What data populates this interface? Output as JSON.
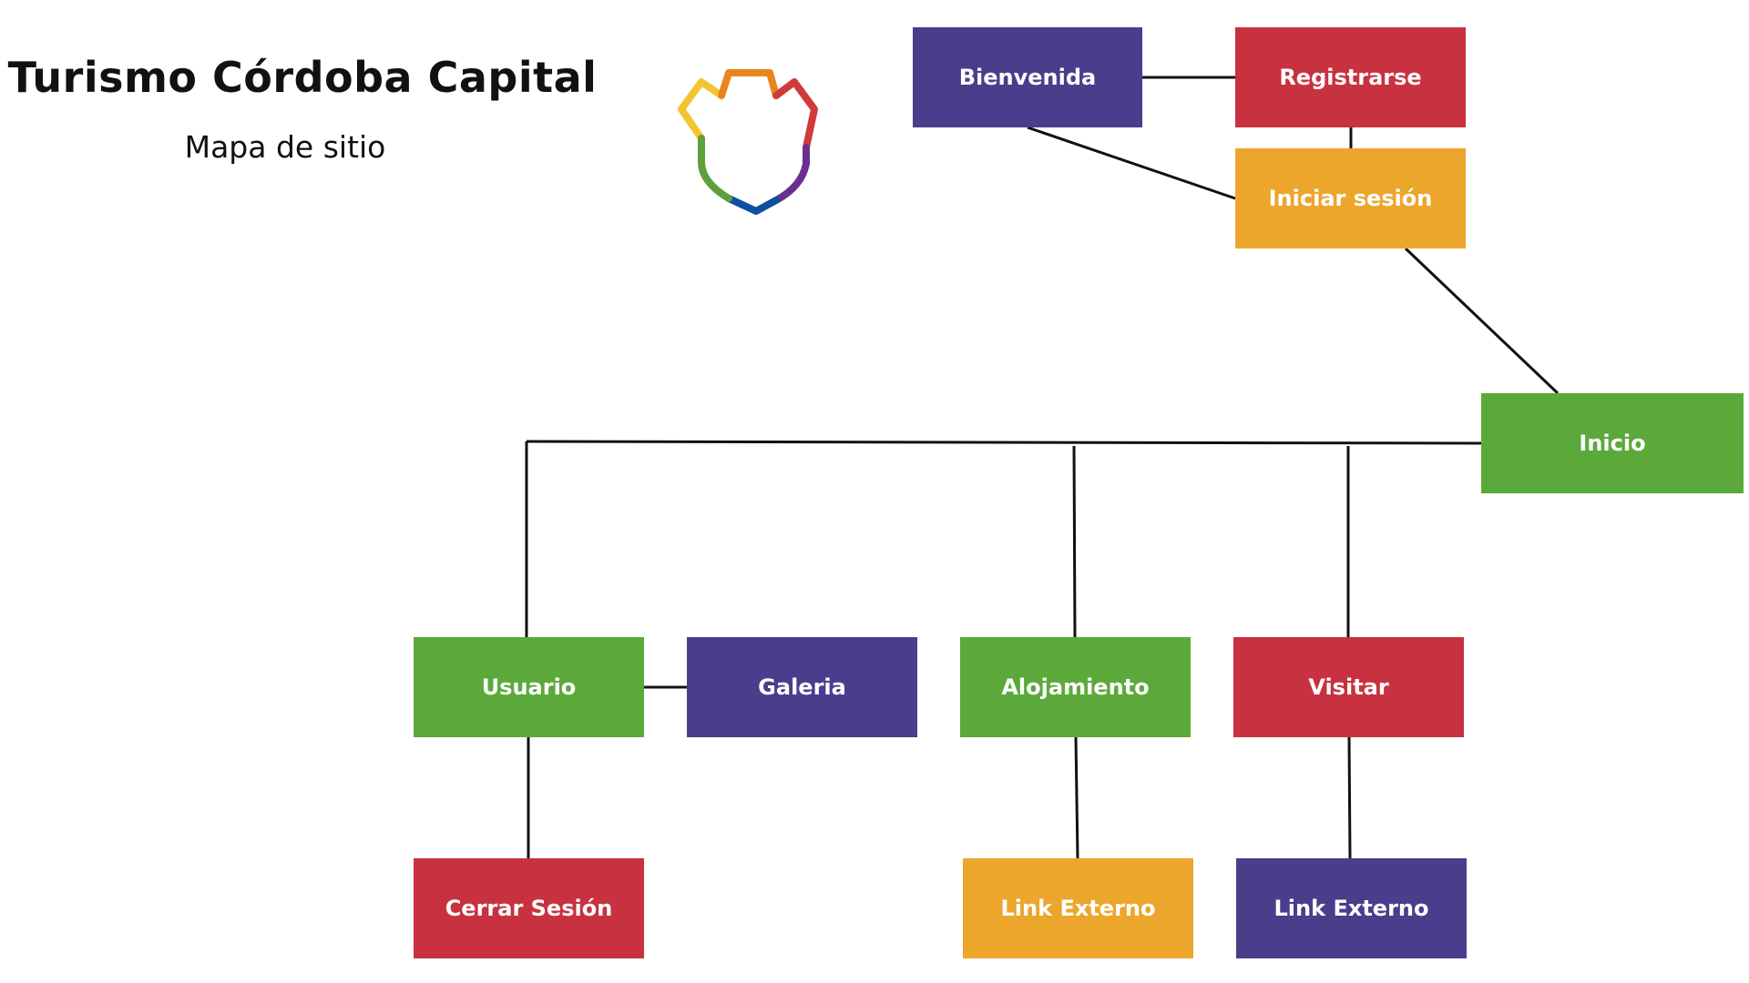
{
  "header": {
    "title": "Turismo Córdoba Capital",
    "subtitle": "Mapa de sitio"
  },
  "colors": {
    "purple": "#4b3d8c",
    "red": "#c8313f",
    "orange": "#eca62b",
    "green": "#5ca93b",
    "connector": "#111111"
  },
  "logo": {
    "name": "shield-logo-icon",
    "colors": [
      "#f4c430",
      "#e8861c",
      "#d03a3a",
      "#6a2f91",
      "#0d4fa0",
      "#5ea03b"
    ]
  },
  "nodes": {
    "bienvenida": {
      "label": "Bienvenida",
      "color": "#4b3d8c"
    },
    "registrarse": {
      "label": "Registrarse",
      "color": "#c8313f"
    },
    "iniciar_sesion": {
      "label": "Iniciar sesión",
      "color": "#eca62b"
    },
    "inicio": {
      "label": "Inicio",
      "color": "#5ca93b"
    },
    "usuario": {
      "label": "Usuario",
      "color": "#5ca93b"
    },
    "galeria": {
      "label": "Galeria",
      "color": "#4b3d8c"
    },
    "alojamiento": {
      "label": "Alojamiento",
      "color": "#5ca93b"
    },
    "visitar": {
      "label": "Visitar",
      "color": "#c8313f"
    },
    "cerrar_sesion": {
      "label": "Cerrar Sesión",
      "color": "#c8313f"
    },
    "link_externo_alojamiento": {
      "label": "Link Externo",
      "color": "#eca62b"
    },
    "link_externo_visitar": {
      "label": "Link Externo",
      "color": "#4b3d8c"
    }
  }
}
